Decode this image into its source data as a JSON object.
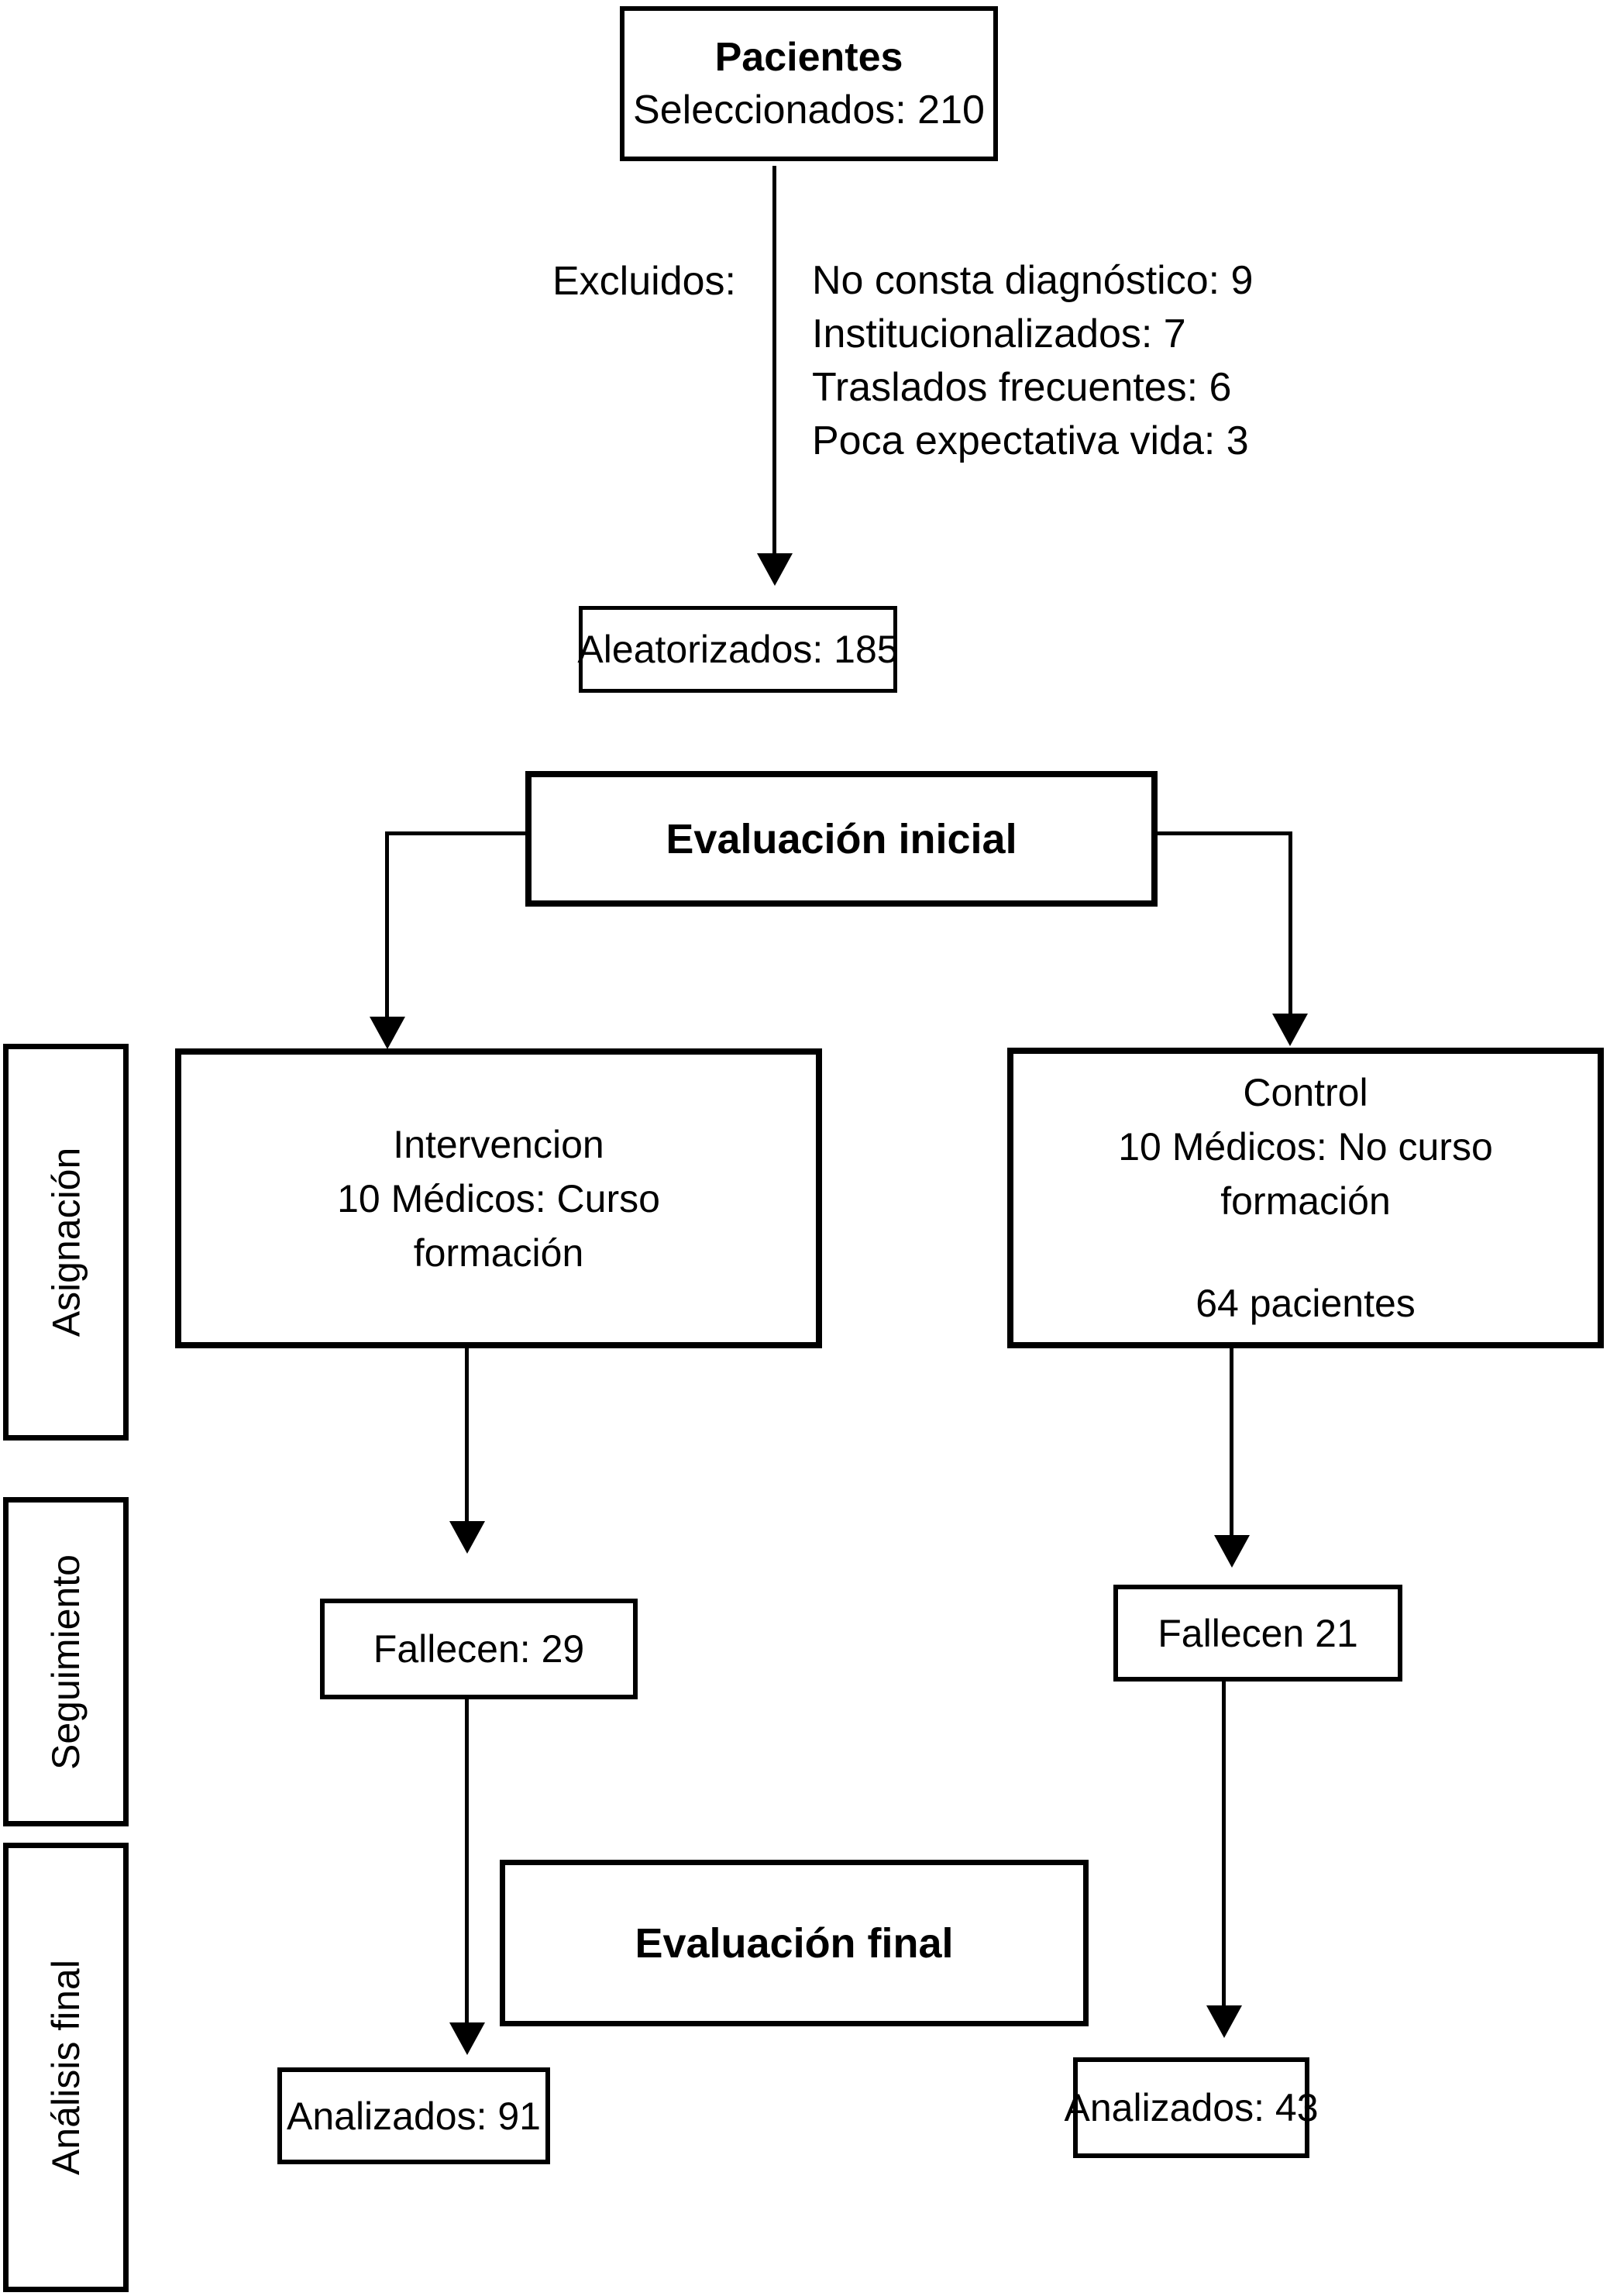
{
  "diagram": {
    "patients_box": {
      "title": "Pacientes",
      "subtitle": "Seleccionados: 210"
    },
    "excluded": {
      "label": "Excluidos:",
      "items": [
        "No consta diagnóstico: 9",
        "Institucionalizados: 7",
        "Traslados frecuentes: 6",
        "Poca expectativa vida: 3"
      ]
    },
    "randomized": {
      "label": "Aleatorizados: 185"
    },
    "initial_evaluation": {
      "label": "Evaluación inicial"
    },
    "intervention": {
      "line1": "Intervencion",
      "line2": "10 Médicos: Curso",
      "line3": "formación"
    },
    "control": {
      "line1": "Control",
      "line2": "10 Médicos: No curso",
      "line3": "formación",
      "patients": "64 pacientes"
    },
    "deaths_intervention": {
      "label": "Fallecen: 29"
    },
    "deaths_control": {
      "label": "Fallecen 21"
    },
    "final_evaluation": {
      "label": "Evaluación final"
    },
    "analyzed_intervention": {
      "label": "Analizados: 91"
    },
    "analyzed_control": {
      "label": "Analizados: 43"
    },
    "side_labels": {
      "assignment": "Asignación",
      "followup": "Seguimiento",
      "final_analysis": "Análisis final"
    }
  },
  "colors": {
    "line": "#000000",
    "background": "#ffffff"
  }
}
